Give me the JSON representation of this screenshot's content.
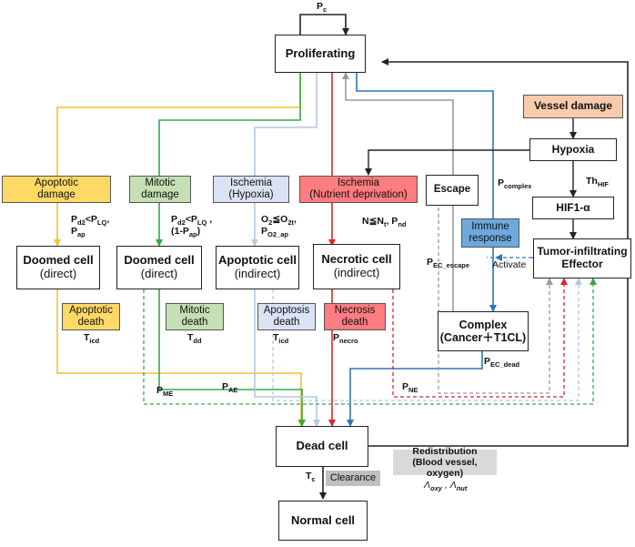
{
  "nodes": {
    "proliferating": "Proliferating",
    "vessel_damage": "Vessel damage",
    "hypoxia": "Hypoxia",
    "hif1a": "HIF1-α",
    "tumor_effector_line1": "Tumor-infiltrating",
    "tumor_effector_line2": "Effector",
    "escape": "Escape",
    "immune_response_line1": "Immune",
    "immune_response_line2": "response",
    "apoptotic_damage_line1": "Apoptotic",
    "apoptotic_damage_line2": "damage",
    "mitotic_damage_line1": "Mitotic",
    "mitotic_damage_line2": "damage",
    "ischemia_hypoxia_line1": "Ischemia",
    "ischemia_hypoxia_line2": "(Hypoxia)",
    "ischemia_nutrient_line1": "Ischemia",
    "ischemia_nutrient_line2": "(Nutrient deprivation)",
    "doomed_direct_1_line1": "Doomed cell",
    "doomed_direct_1_line2": "(direct)",
    "doomed_direct_2_line1": "Doomed cell",
    "doomed_direct_2_line2": "(direct)",
    "apoptotic_indirect_line1": "Apoptotic cell",
    "apoptotic_indirect_line2": "(indirect)",
    "necrotic_indirect_line1": "Necrotic cell",
    "necrotic_indirect_line2": "(indirect)",
    "complex_line1": "Complex",
    "complex_line2": "(Cancer＋T1CL)",
    "apoptotic_death_line1": "Apoptotic",
    "apoptotic_death_line2": "death",
    "mitotic_death_line1": "Mitotic",
    "mitotic_death_line2": "death",
    "apoptosis_death_line1": "Apoptosis",
    "apoptosis_death_line2": "death",
    "necrosis_death_line1": "Necrosis",
    "necrosis_death_line2": "death",
    "dead_cell": "Dead cell",
    "clearance": "Clearance",
    "normal_cell": "Normal cell",
    "redistribution_line1": "Redistribution",
    "redistribution_line2": "(Blood vessel, oxygen)"
  },
  "labels": {
    "pc": {
      "main": "P",
      "sub": "c"
    },
    "th_hif": {
      "main": "Th",
      "sub": "HIF"
    },
    "p_complex": {
      "main": "P",
      "sub": "complex"
    },
    "activate": "Activate",
    "p_ec_escape": {
      "main": "P",
      "sub": "EC_escape"
    },
    "p_ec_dead": {
      "main": "P",
      "sub": "EC_dead"
    },
    "apoptotic_cond_1a": "P",
    "apoptotic_cond_1b": "d2",
    "apoptotic_cond_1c": "<P",
    "apoptotic_cond_1d": "LQ",
    "apoptotic_cond_1e": ",",
    "apoptotic_cond_2a": "P",
    "apoptotic_cond_2b": "ap",
    "mitotic_cond_1a": "P",
    "mitotic_cond_1b": "d2",
    "mitotic_cond_1c": "<P",
    "mitotic_cond_1d": "LQ",
    "mitotic_cond_1e": " ,",
    "mitotic_cond_2a": "(1-P",
    "mitotic_cond_2b": "ap",
    "mitotic_cond_2c": ")",
    "hypoxia_cond_1a": "O",
    "hypoxia_cond_1b": "2",
    "hypoxia_cond_1c": "≦O",
    "hypoxia_cond_1d": "2t",
    "hypoxia_cond_1e": ",",
    "hypoxia_cond_2a": "P",
    "hypoxia_cond_2b": "O2_ap",
    "nutrient_cond_a": "N≦N",
    "nutrient_cond_b": "t",
    "nutrient_cond_c": ", P",
    "nutrient_cond_d": "nd",
    "t_icd_1": {
      "main": "T",
      "sub": "icd"
    },
    "t_dd": {
      "main": "T",
      "sub": "dd"
    },
    "t_icd_2": {
      "main": "T",
      "sub": "icd"
    },
    "p_necro": {
      "main": "P",
      "sub": "necro"
    },
    "p_me": {
      "main": "P",
      "sub": "ME"
    },
    "p_ae": {
      "main": "P",
      "sub": "AE"
    },
    "p_ne": {
      "main": "P",
      "sub": "NE"
    },
    "t_c": {
      "main": "T",
      "sub": "c"
    },
    "lambda_a": "Λ",
    "lambda_b": "oxy",
    "lambda_c": " , Λ",
    "lambda_d": "nut"
  },
  "colors": {
    "yellow": "#f4c232",
    "yellow_fill": "#ffd966",
    "green": "#3aa64a",
    "green_fill": "#c5e0b4",
    "lightblue": "#b4c8e4",
    "lightblue_fill": "#dae3f3",
    "red": "#e0242a",
    "red_fill": "#ff7c80",
    "blue": "#2e75b6",
    "immune_fill": "#6fa8dc",
    "gray": "#9a9a9a",
    "clearance_fill": "#bfbfbf",
    "vessel_fill": "#f8cbad"
  }
}
